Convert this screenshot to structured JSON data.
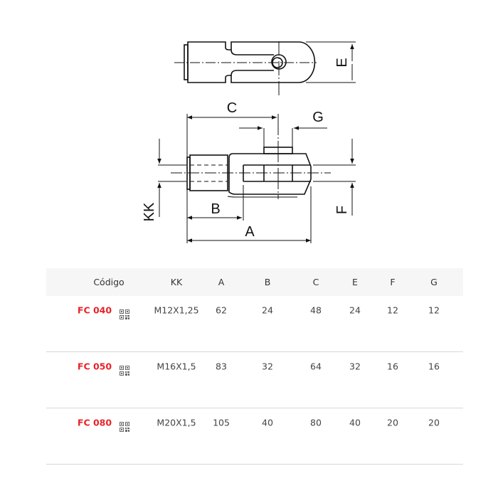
{
  "drawing": {
    "labels": {
      "C": "C",
      "G": "G",
      "E": "E",
      "KK": "KK",
      "B": "B",
      "F": "F",
      "A": "A"
    }
  },
  "table": {
    "headers": [
      "Código",
      "KK",
      "A",
      "B",
      "C",
      "E",
      "F",
      "G"
    ],
    "rows": [
      {
        "code": "FC 040",
        "kk": "M12X1,25",
        "a": "62",
        "b": "24",
        "c": "48",
        "e": "24",
        "f": "12",
        "g": "12"
      },
      {
        "code": "FC 050",
        "kk": "M16X1,5",
        "a": "83",
        "b": "32",
        "c": "64",
        "e": "32",
        "f": "16",
        "g": "16"
      },
      {
        "code": "FC 080",
        "kk": "M20X1,5",
        "a": "105",
        "b": "40",
        "c": "80",
        "e": "40",
        "f": "20",
        "g": "20"
      }
    ],
    "code_color": "#e8232a",
    "qr_icon": "qr-code-icon"
  }
}
